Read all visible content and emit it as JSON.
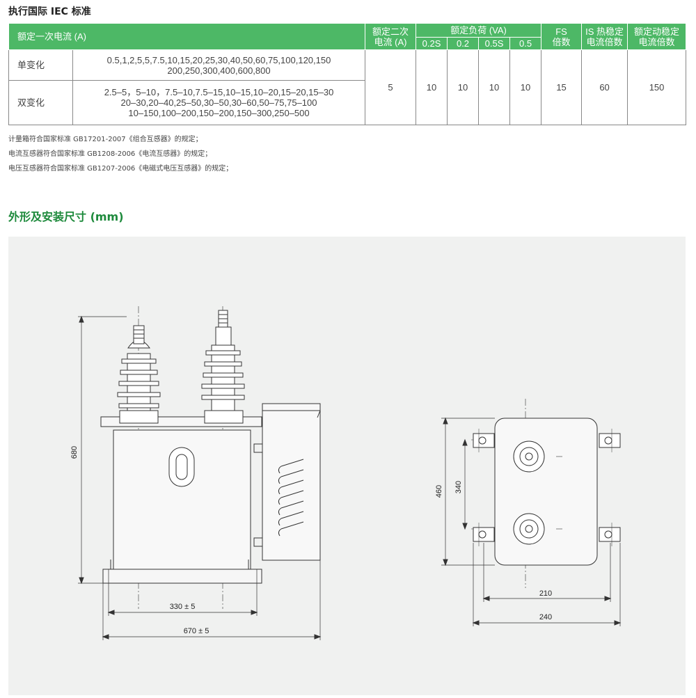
{
  "standard_title": "执行国际 IEC 标准",
  "table": {
    "headers": {
      "rated_primary": "额定一次电流 (A)",
      "rated_secondary_l1": "额定二次",
      "rated_secondary_l2": "电流 (A)",
      "rated_load": "额定负荷 (VA)",
      "load_cols": [
        "0.2S",
        "0.2",
        "0.5S",
        "0.5"
      ],
      "fs_l1": "FS",
      "fs_l2": "倍数",
      "is_l1": "IS 热稳定",
      "is_l2": "电流倍数",
      "dyn_l1": "额定动稳定",
      "dyn_l2": "电流倍数"
    },
    "rows": [
      {
        "label": "单变化",
        "lines": [
          "0.5,1,2,5,5,7.5,10,15,20,25,30,40,50,60,75,100,120,150",
          "200,250,300,400,600,800"
        ]
      },
      {
        "label": "双变化",
        "lines": [
          "2.5–5，5–10，7.5–10,7.5–15,10–15,10–20,15–20,15–30",
          "20–30,20–40,25–50,30–50,30–60,50–75,75–100",
          "10–150,100–200,150–200,150–300,250–500"
        ]
      }
    ],
    "shared_values": {
      "secondary": "5",
      "load_02S": "10",
      "load_02": "10",
      "load_05S": "10",
      "load_05": "10",
      "fs": "15",
      "is": "60",
      "dyn": "150"
    }
  },
  "notes": [
    "计量箱符合国家标准 GB17201-2007《组合互感器》的规定；",
    "电流互感器符合国家标准 GB1208-2006《电流互感器》的规定；",
    "电压互感器符合国家标准 GB1207-2006《电磁式电压互感器》的规定；"
  ],
  "section_title": "外形及安装尺寸 (mm)",
  "dimensions": {
    "height_680": "680",
    "width_330": "330 ± 5",
    "width_670": "670 ± 5",
    "height_460": "460",
    "height_340": "340",
    "width_210": "210",
    "width_240": "240"
  }
}
